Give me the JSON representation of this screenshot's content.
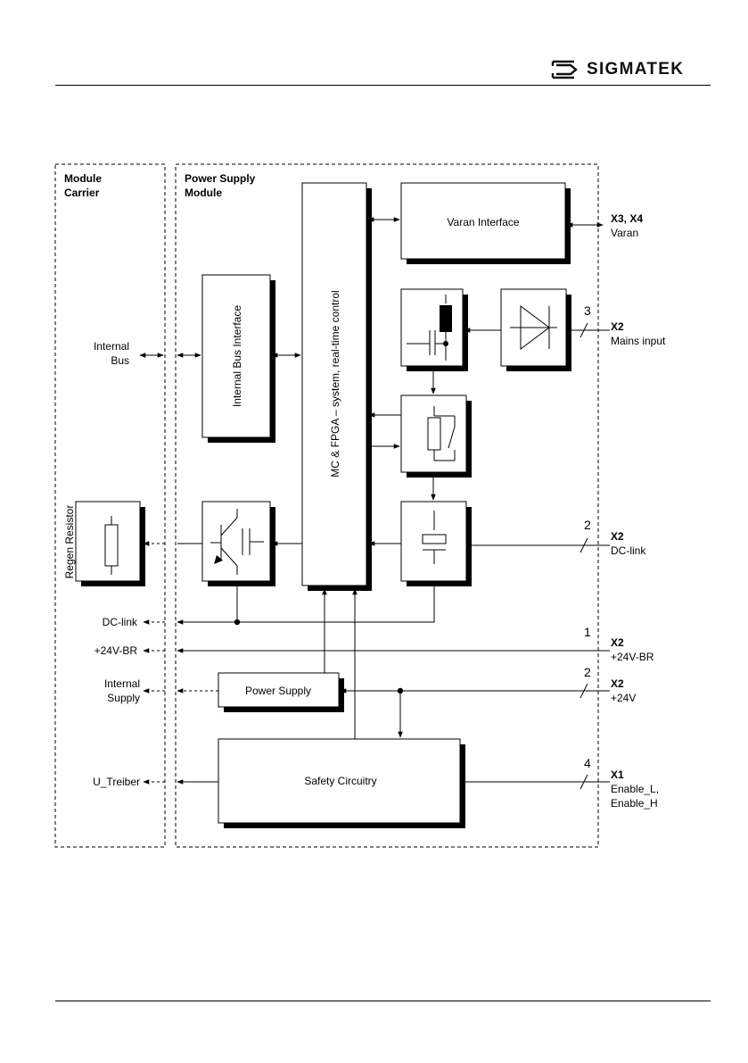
{
  "header": {
    "brand": "SIGMATEK"
  },
  "diagram": {
    "regions": {
      "carrier": [
        "Module",
        "Carrier"
      ],
      "psu": [
        "Power Supply",
        "Module"
      ]
    },
    "blocks": {
      "varan_interface": "Varan Interface",
      "internal_bus_interface": "Internal Bus Interface",
      "mc_fpga": "MC & FPGA – system, real-time control",
      "power_supply": "Power Supply",
      "safety_circuitry": "Safety Circuitry",
      "regen_resistor": "Regen Resistor"
    },
    "left_labels": {
      "internal_bus": [
        "Internal",
        "Bus"
      ],
      "dc_link": "DC-link",
      "v24_br": "+24V-BR",
      "internal_supply": [
        "Internal",
        "Supply"
      ],
      "u_treiber": "U_Treiber"
    },
    "connectors": {
      "x3x4": {
        "id": "X3, X4",
        "name": "Varan"
      },
      "x2_mains": {
        "id": "X2",
        "name": "Mains input",
        "lines": "3"
      },
      "x2_dclink": {
        "id": "X2",
        "name": "DC-link",
        "lines": "2"
      },
      "x2_24vbr": {
        "id": "X2",
        "name": "+24V-BR",
        "lines": "1"
      },
      "x2_24v": {
        "id": "X2",
        "name": "+24V",
        "lines": "2"
      },
      "x1": {
        "id": "X1",
        "name": [
          "Enable_L,",
          "Enable_H"
        ],
        "lines": "4"
      }
    }
  }
}
